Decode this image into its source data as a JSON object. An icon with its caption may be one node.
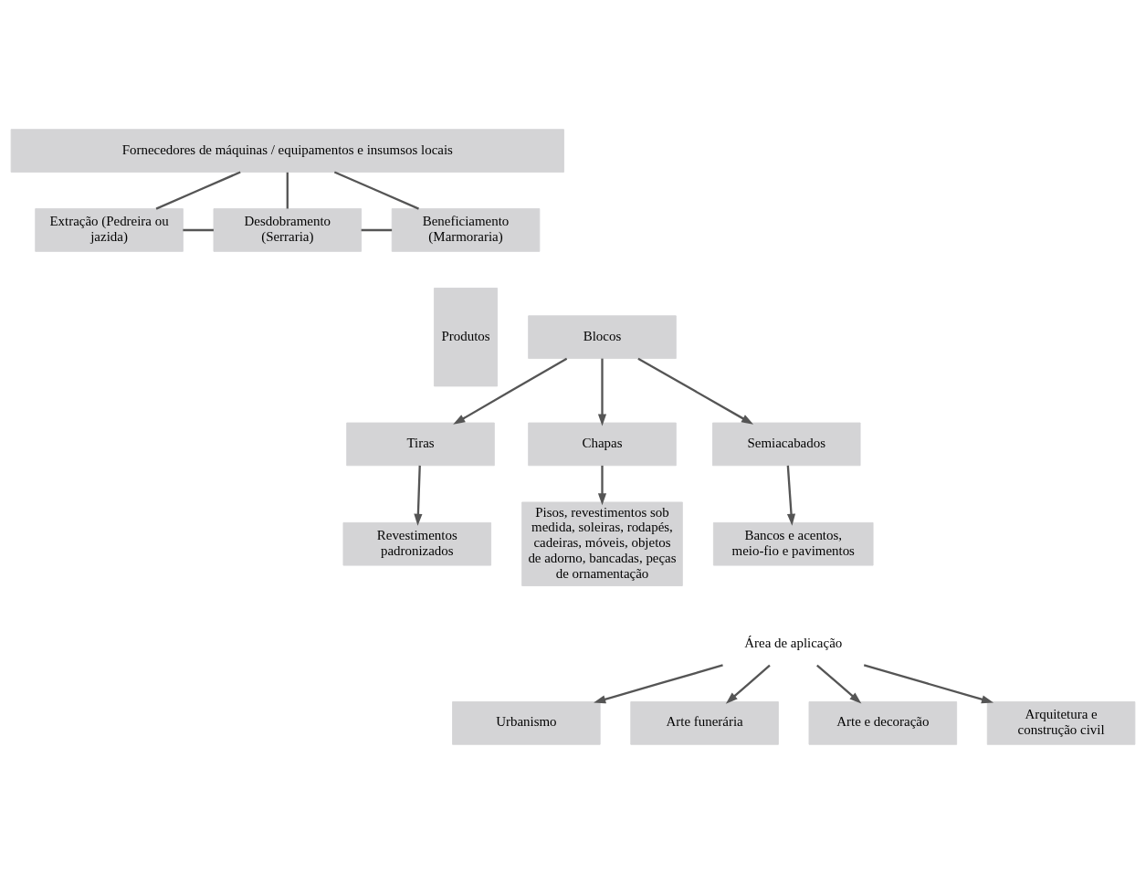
{
  "diagram": {
    "nodes": [
      {
        "text": [
          "Fornecedores de máquinas / equipamentos e insumsos locais"
        ]
      },
      {
        "text": [
          "Extração (Pedreira ou jazida)"
        ]
      },
      {
        "text": [
          "Desdobramento (Serraria)"
        ]
      },
      {
        "text": [
          "Beneficiamento (Marmoraria)"
        ]
      },
      {
        "text": [
          "Produtos"
        ]
      },
      {
        "text": [
          "Blocos"
        ]
      },
      {
        "text": [
          "Tiras"
        ]
      },
      {
        "text": [
          "Chapas"
        ]
      },
      {
        "text": [
          "Semiacabados"
        ]
      },
      {
        "text": [
          "Revestimentos padronizados"
        ]
      },
      {
        "text": [
          "Pisos, revestimentos sob medida, soleiras, rodapés, cadeiras, móveis, objetos de adorno, bancadas, peças de ornamentação"
        ]
      },
      {
        "text": [
          "Bancos e acentos, meio-fio e pavimentos"
        ]
      },
      {
        "text": [
          "Área de aplicação"
        ]
      },
      {
        "text": [
          "Urbanismo"
        ]
      },
      {
        "text": [
          "Arte funerária"
        ]
      },
      {
        "text": [
          "Arte e decoração"
        ]
      },
      {
        "text": [
          "Arquitetura e construção civil"
        ]
      }
    ],
    "edges": [
      {
        "from": 0,
        "to": 1,
        "arrow": "none"
      },
      {
        "from": 0,
        "to": 2,
        "arrow": "none"
      },
      {
        "from": 0,
        "to": 3,
        "arrow": "none"
      },
      {
        "from": 1,
        "to": 2,
        "arrow": "none"
      },
      {
        "from": 2,
        "to": 3,
        "arrow": "none"
      },
      {
        "from": 5,
        "to": 6,
        "arrow": "to"
      },
      {
        "from": 5,
        "to": 7,
        "arrow": "to"
      },
      {
        "from": 5,
        "to": 8,
        "arrow": "to"
      },
      {
        "from": 6,
        "to": 9,
        "arrow": "to"
      },
      {
        "from": 7,
        "to": 10,
        "arrow": "to"
      },
      {
        "from": 8,
        "to": 11,
        "arrow": "to"
      },
      {
        "from": 12,
        "to": 13,
        "arrow": "to"
      },
      {
        "from": 12,
        "to": 14,
        "arrow": "to"
      },
      {
        "from": 12,
        "to": 15,
        "arrow": "to"
      },
      {
        "from": 12,
        "to": 16,
        "arrow": "to"
      }
    ]
  }
}
